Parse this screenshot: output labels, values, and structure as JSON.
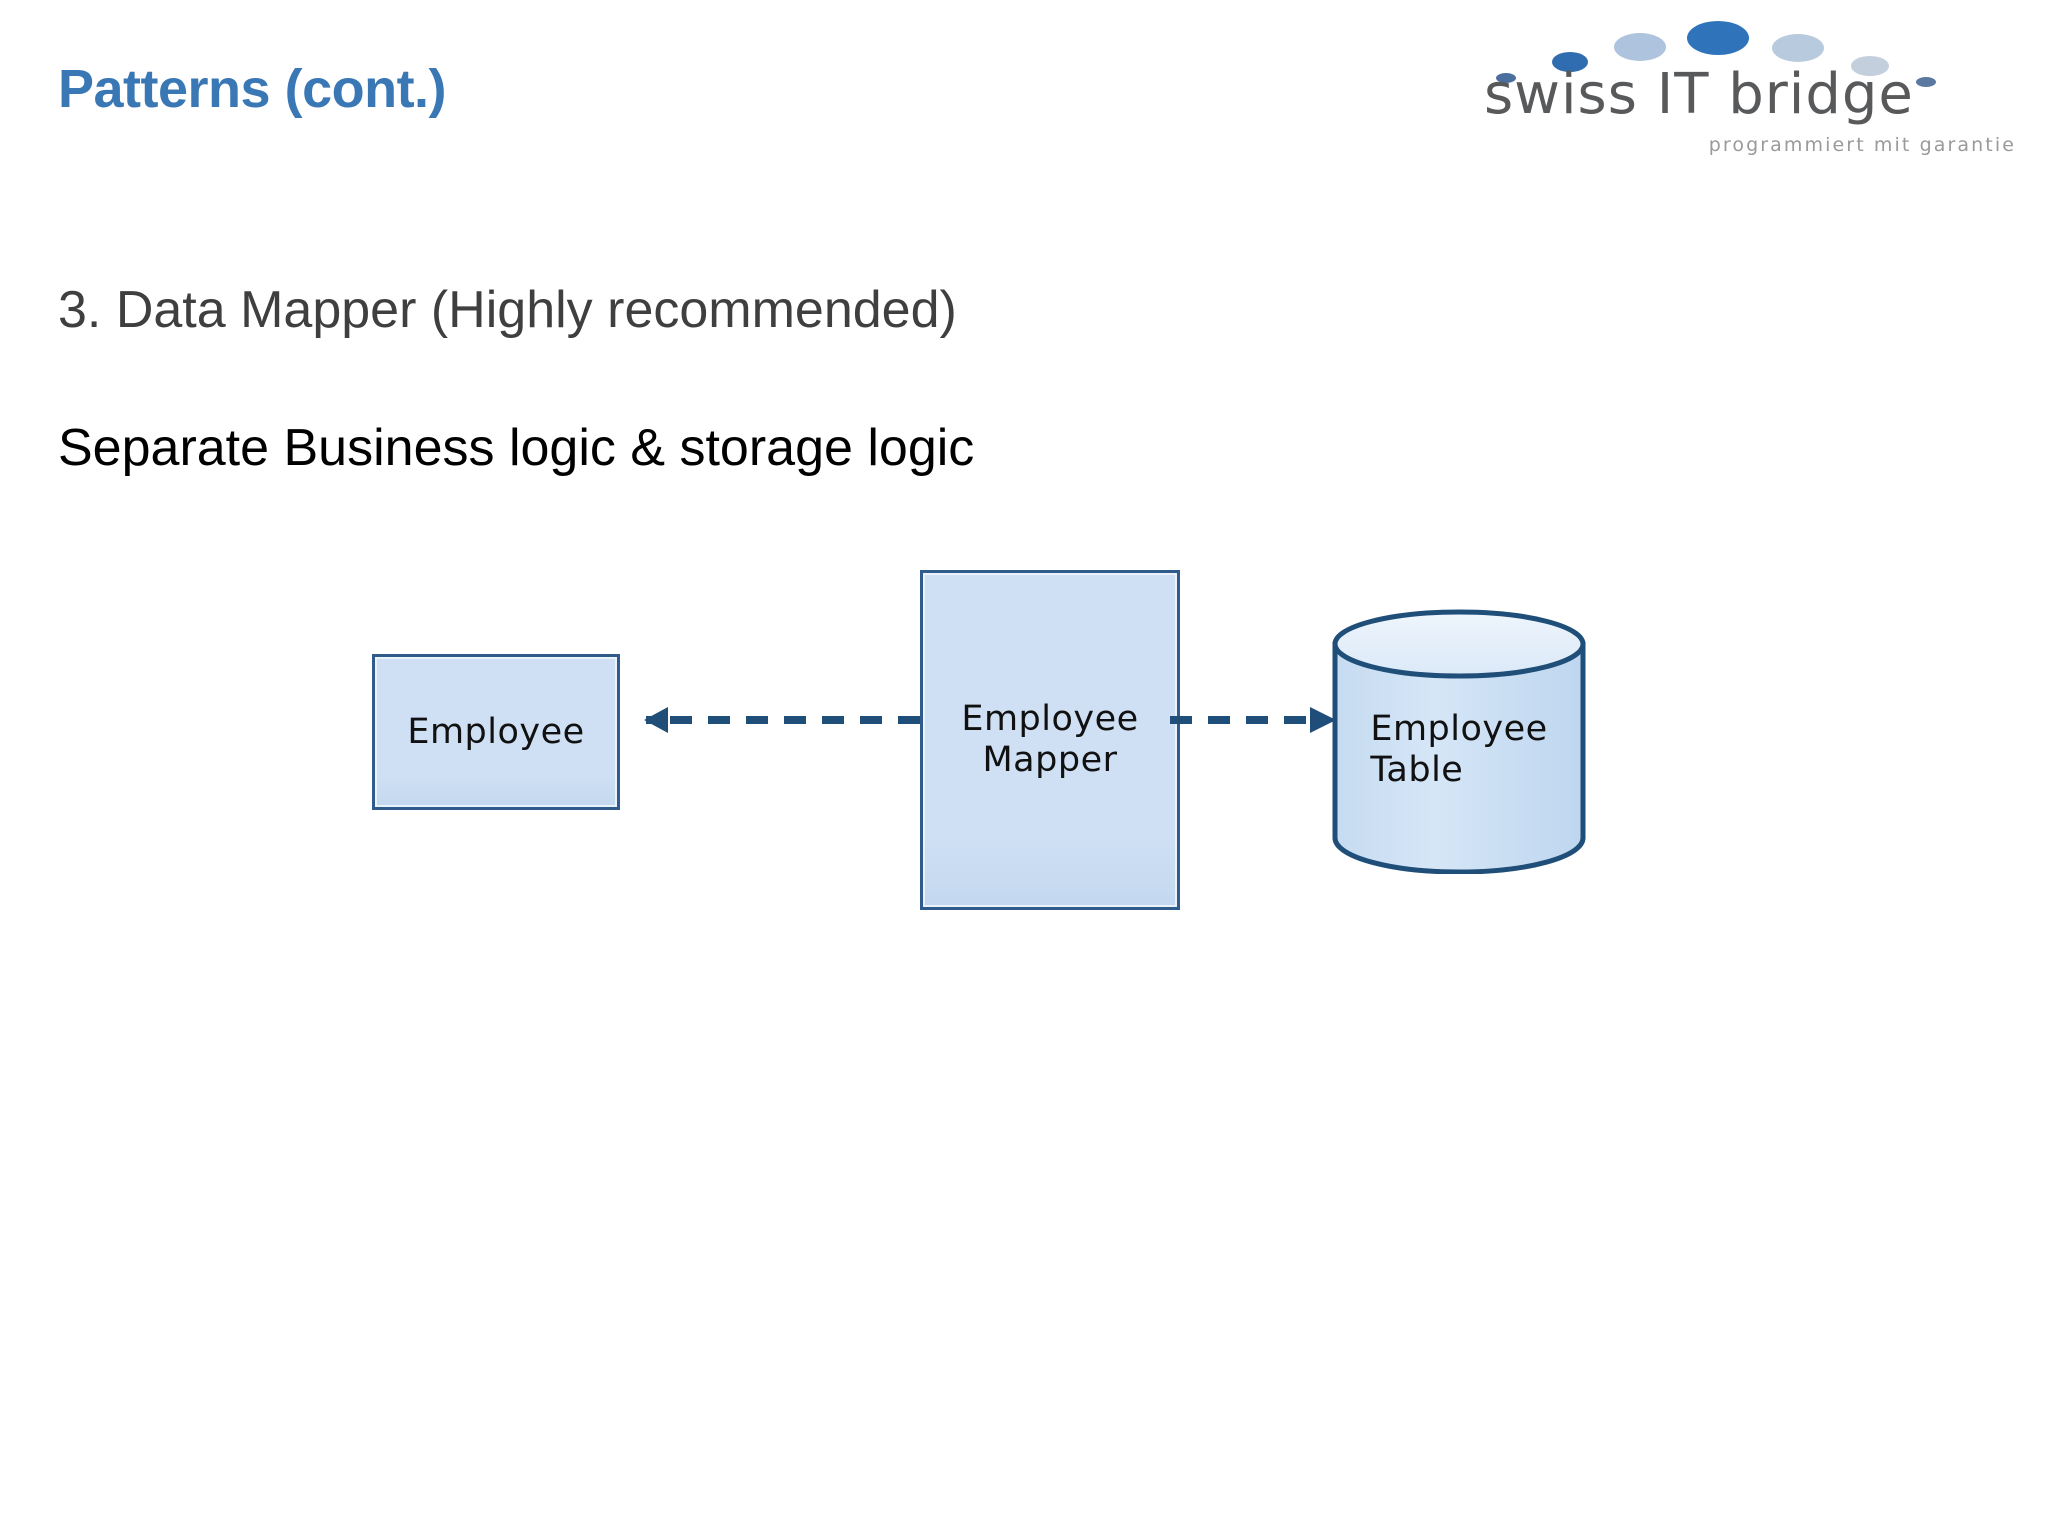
{
  "slide": {
    "title": "Patterns (cont.)",
    "title_color": "#3a77b5",
    "background": "#ffffff"
  },
  "logo": {
    "wordmark": "swiss IT bridge",
    "tagline": "programmiert mit garantie",
    "wordmark_color": "#58595b",
    "tagline_color": "#9a9a9c",
    "dots": [
      {
        "color": "#3d6fa8",
        "size": "tiny"
      },
      {
        "color": "#2f6cb0",
        "size": "small"
      },
      {
        "color": "#aec4de",
        "size": "medium"
      },
      {
        "color": "#2f73bb",
        "size": "large"
      },
      {
        "color": "#b7cade",
        "size": "medium"
      },
      {
        "color": "#c4cfdd",
        "size": "small"
      },
      {
        "color": "#5b79a0",
        "size": "tiny"
      }
    ]
  },
  "body": {
    "line_1": "3. Data Mapper (Highly recommended)",
    "line_2": "Separate Business logic & storage logic",
    "line_1_color": "#3f3f3f",
    "line_2_color": "#000000"
  },
  "diagram": {
    "node_fill": "#cfe0f4",
    "node_stroke": "#2f5c8a",
    "connector_color": "#1f4e79",
    "nodes": [
      {
        "id": "employee",
        "label": "Employee",
        "shape": "rectangle"
      },
      {
        "id": "mapper",
        "label": "Employee\nMapper",
        "shape": "rectangle"
      },
      {
        "id": "table",
        "label": "Employee\nTable",
        "shape": "cylinder"
      }
    ],
    "connectors": [
      {
        "id": "mapper-to-employee",
        "from": "mapper",
        "to": "employee",
        "style": "dashed",
        "arrowhead": "left"
      },
      {
        "id": "mapper-to-table",
        "from": "mapper",
        "to": "table",
        "style": "dashed",
        "arrowhead": "right"
      }
    ]
  }
}
